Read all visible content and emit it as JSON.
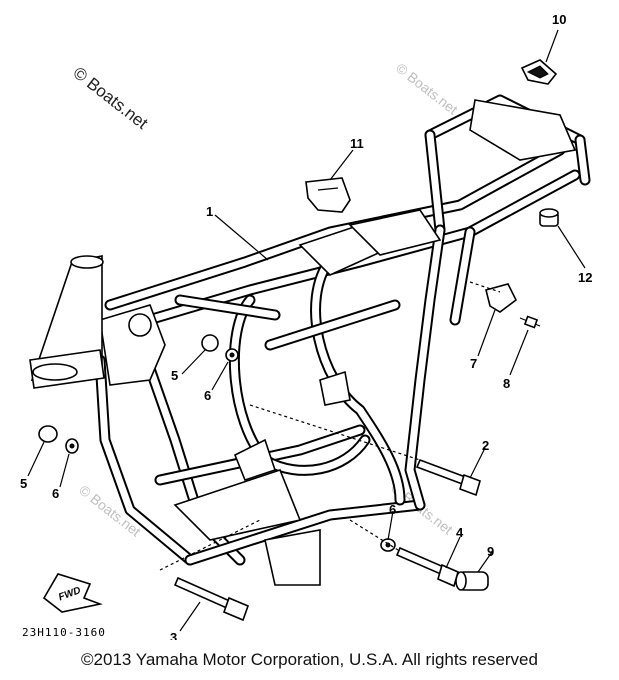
{
  "watermark": {
    "main": "© Boats.net",
    "faint": "© Boats.net"
  },
  "part_code": "23H110-3160",
  "fwd_label": "FWD",
  "callouts": {
    "c1": "1",
    "c2": "2",
    "c3": "3",
    "c4": "4",
    "c5a": "5",
    "c5b": "5",
    "c6a": "6",
    "c6b": "6",
    "c6c": "6",
    "c7": "7",
    "c8": "8",
    "c9": "9",
    "c10": "10",
    "c11": "11",
    "c12": "12"
  },
  "footer": "©2013 Yamaha Motor Corporation, U.S.A. All rights reserved"
}
